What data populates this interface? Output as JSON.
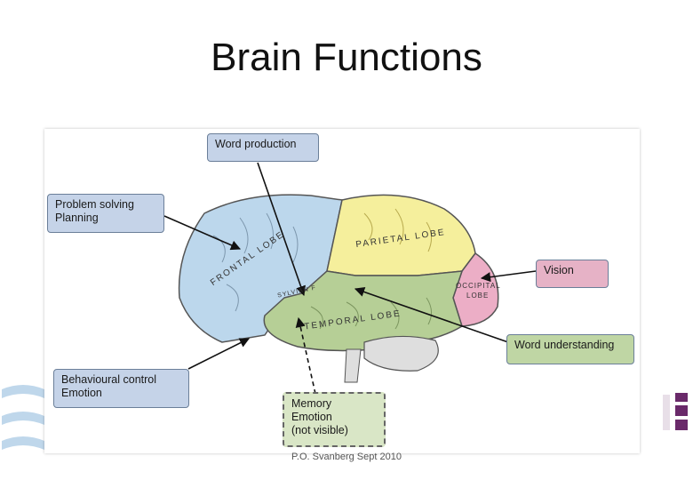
{
  "slide": {
    "title": "Brain Functions",
    "footer": "P.O. Svanberg Sept 2010"
  },
  "diagram": {
    "labels": {
      "word_production": "Word production",
      "problem_solving": "Problem solving",
      "planning": "Planning",
      "vision": "Vision",
      "word_understanding": "Word understanding",
      "behavioural_control": "Behavioural control",
      "emotion_1": "Emotion",
      "memory": "Memory",
      "emotion_2": "Emotion",
      "not_visible": "(not visible)"
    },
    "lobes": {
      "frontal": "FRONTAL LOBE",
      "parietal": "PARIETAL LOBE",
      "temporal": "TEMPORAL LOBE",
      "occipital_1": "OCCIPITAL",
      "occipital_2": "LOBE",
      "sylvian": "SYLVIAN F"
    },
    "colors": {
      "frontal": "#bcd7ec",
      "parietal": "#f5ef9c",
      "temporal": "#b6cf96",
      "occipital": "#ecaec6",
      "cerebellum": "#dedede",
      "box_fill": "#c5d3e8",
      "box_border": "#6b7f99"
    }
  }
}
